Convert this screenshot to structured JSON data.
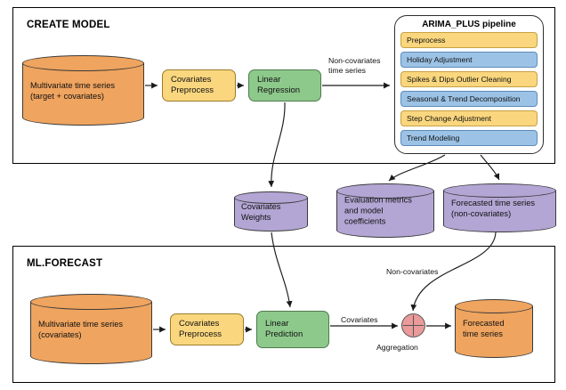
{
  "panels": {
    "create_model": {
      "title": "CREATE MODEL"
    },
    "ml_forecast": {
      "title": "ML.FORECAST"
    }
  },
  "create_model": {
    "source_cylinder": "Multivariate time series\n(target + covariates)",
    "covariates_preprocess": "Covariates\nPreprocess",
    "linear_regression": "Linear\nRegression",
    "edge_label_noncov": "Non-covariates\ntime series",
    "pipeline": {
      "title": "ARIMA_PLUS pipeline",
      "steps": [
        {
          "label": "Preprocess",
          "color": "yellow"
        },
        {
          "label": "Holiday Adjustment",
          "color": "blue"
        },
        {
          "label": "Spikes & Dips Outlier Cleaning",
          "color": "yellow"
        },
        {
          "label": "Seasonal & Trend Decomposition",
          "color": "blue"
        },
        {
          "label": "Step Change Adjustment",
          "color": "yellow"
        },
        {
          "label": "Trend Modeling",
          "color": "blue"
        }
      ]
    }
  },
  "artifacts": {
    "covariates_weights": "Covariates\nWeights",
    "evaluation_metrics": "Evaluation metrics\nand model\ncoefficients",
    "forecasted_noncov": "Forecasted time series\n(non-covariates)"
  },
  "ml_forecast": {
    "source_cylinder": "Multivariate time series\n(covariates)",
    "covariates_preprocess": "Covariates\nPreprocess",
    "linear_prediction": "Linear\nPrediction",
    "edge_label_covariates": "Covariates",
    "edge_label_noncovariates": "Non-covariates",
    "aggregation_label": "Aggregation",
    "output_cylinder": "Forecasted\ntime series"
  },
  "colors": {
    "orange": "#efa45f",
    "purple": "#b3a6d4",
    "yellow": "#fad77e",
    "blue": "#9cc3e6",
    "green": "#8ec98c",
    "pink": "#eb9a9a",
    "stroke": "#000000"
  }
}
